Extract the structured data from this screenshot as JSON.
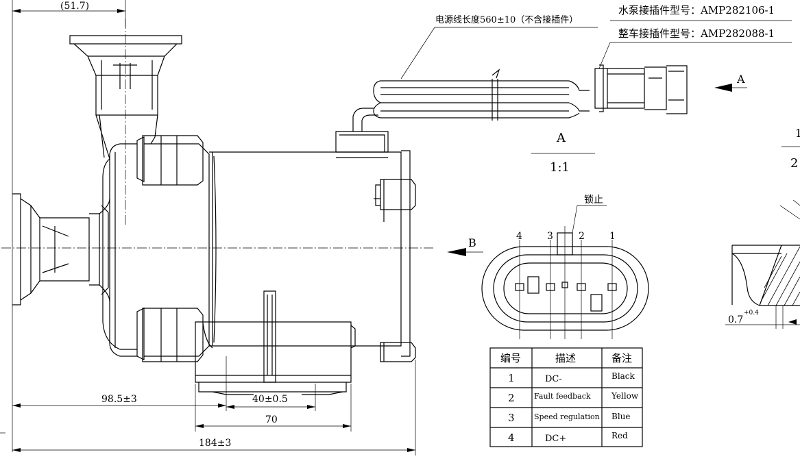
{
  "dimensions": {
    "top_ref": "(51.7)",
    "dim_98": "98.5±3",
    "dim_40": "40±0.5",
    "dim_70": "70",
    "dim_184": "184±3",
    "tolerance": "0.7",
    "tolerance_sup": "+0.4"
  },
  "annotations": {
    "cable_length": "电源线长度560±10（不含接插件）",
    "pump_connector": "水泵接插件型号：AMP282106-1",
    "vehicle_connector": "整车接插件型号：AMP282088-1",
    "view_a_arrow": "A",
    "view_b_arrow": "B",
    "view_a_label": "A",
    "view_a_scale": "1:1",
    "lock": "锁止",
    "right_partial_top": "1",
    "right_partial_bottom": "2"
  },
  "pins": [
    "4",
    "3",
    "2",
    "1"
  ],
  "table": {
    "headers": [
      "编号",
      "描述",
      "备注"
    ],
    "rows": [
      {
        "no": "1",
        "desc": "DC-",
        "note": "Black"
      },
      {
        "no": "2",
        "desc": "Fault feedback",
        "note": "Yellow"
      },
      {
        "no": "3",
        "desc": "Speed regulation",
        "note": "Blue"
      },
      {
        "no": "4",
        "desc": "DC+",
        "note": "Red"
      }
    ]
  }
}
